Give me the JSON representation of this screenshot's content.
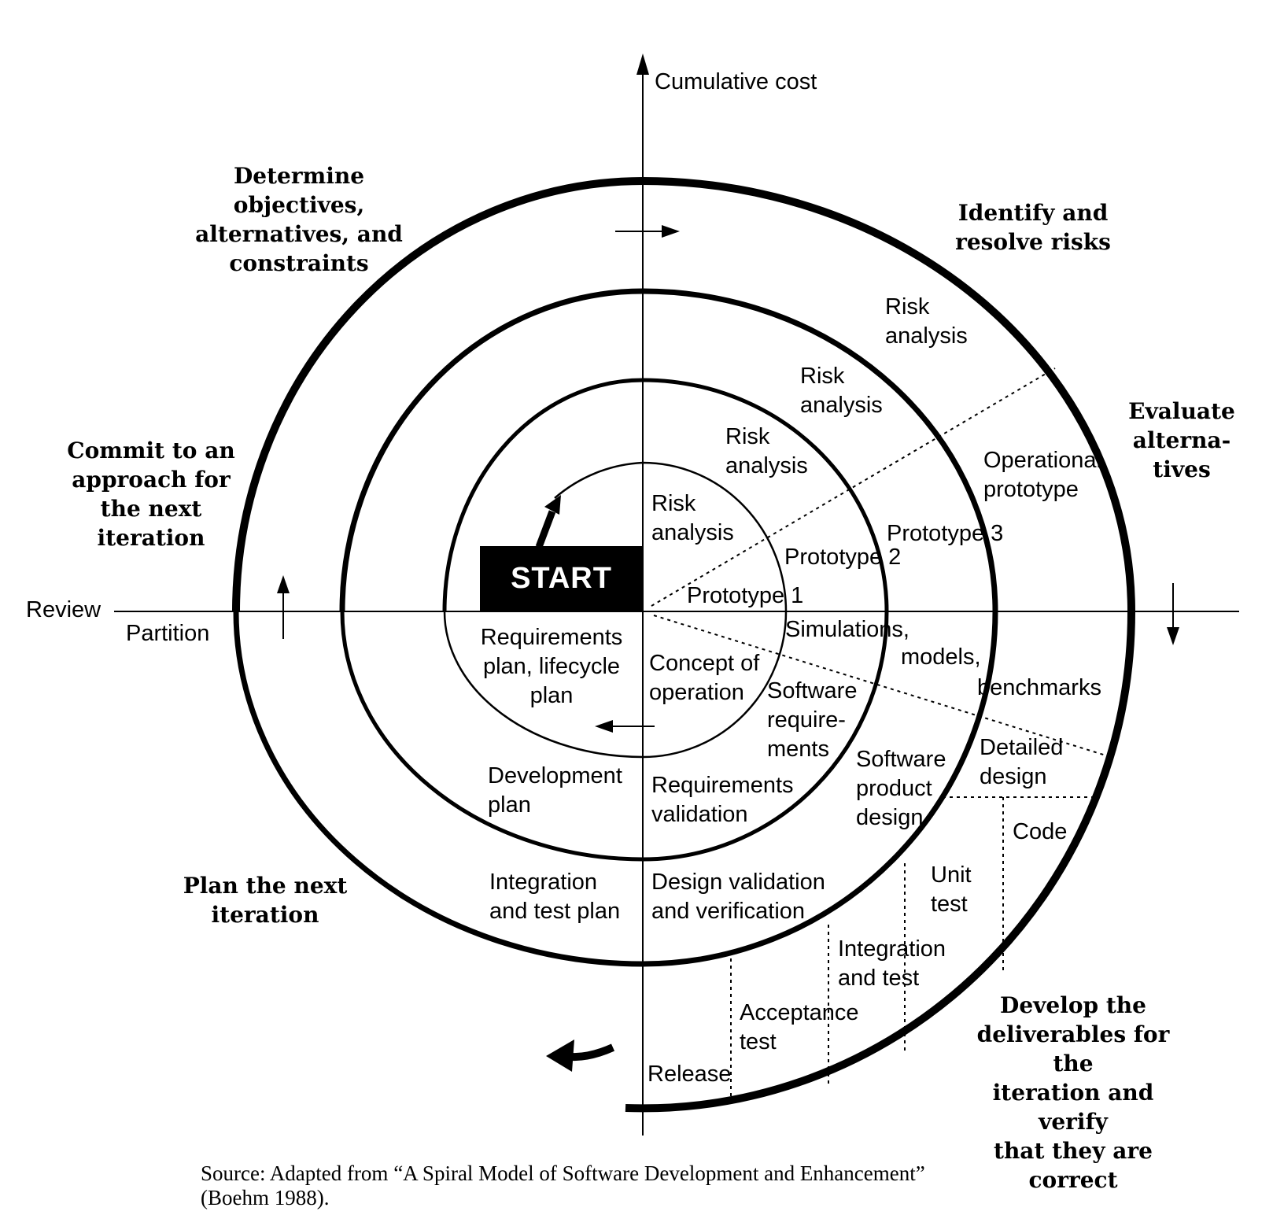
{
  "colors": {
    "ink": "#000000",
    "background": "#ffffff"
  },
  "axes": {
    "cumulative_cost": "Cumulative cost",
    "review": "Review",
    "partition": "Partition"
  },
  "quadrants": {
    "top_left": "Determine\nobjectives,\nalternatives, and\nconstraints",
    "top_right": "Identify and\nresolve risks",
    "right": "Evaluate\nalterna-\ntives",
    "left": "Commit to an\napproach for\nthe next\niteration",
    "bottom_left": "Plan the next\niteration",
    "bottom_right": "Develop the\ndeliverables for the\niteration and verify\nthat they are correct"
  },
  "start": {
    "label": "START"
  },
  "labels": {
    "risk_analysis_outer": "Risk\nanalysis",
    "risk_analysis_3": "Risk\nanalysis",
    "risk_analysis_2": "Risk\nanalysis",
    "risk_analysis_inner": "Risk\nanalysis",
    "prototype_1": "Prototype 1",
    "prototype_2": "Prototype 2",
    "prototype_3": "Prototype 3",
    "operational_prototype": "Operational\nprototype",
    "simulations": "Simulations,",
    "models": "models,",
    "benchmarks": "benchmarks",
    "requirements_plan": "Requirements\nplan, lifecycle\nplan",
    "concept_of_operation": "Concept of\noperation",
    "software_requirements": "Software\nrequire-\nments",
    "requirements_validation": "Requirements\nvalidation",
    "development_plan": "Development\nplan",
    "software_product_design": "Software\nproduct\ndesign",
    "detailed_design": "Detailed\ndesign",
    "code": "Code",
    "unit_test": "Unit\ntest",
    "integration_and_test": "Integration\nand test",
    "integration_test_plan": "Integration\nand test plan",
    "design_validation": "Design validation\nand verification",
    "acceptance_test": "Acceptance\ntest",
    "release": "Release"
  },
  "source": {
    "text": "Source: Adapted from “A Spiral Model of Software Development and Enhancement”\n(Boehm 1988)."
  }
}
